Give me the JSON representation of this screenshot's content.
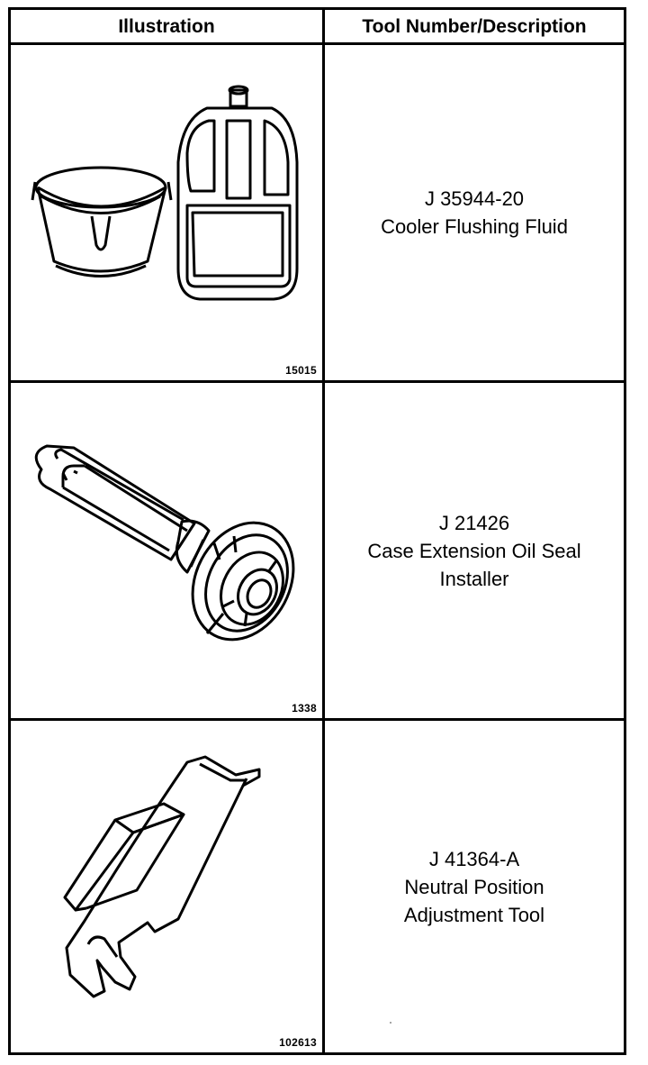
{
  "table": {
    "headers": {
      "illustration": "Illustration",
      "tool": "Tool Number/Description"
    },
    "rows": [
      {
        "figure_number": "15015",
        "tool_number": "J 35944-20",
        "description": "Cooler Flushing Fluid",
        "illustration_icon": "bucket-and-jug-icon"
      },
      {
        "figure_number": "1338",
        "tool_number": "J 21426",
        "description": "Case Extension Oil Seal Installer",
        "illustration_icon": "seal-installer-icon"
      },
      {
        "figure_number": "102613",
        "tool_number": "J 41364-A",
        "description": "Neutral Position Adjustment Tool",
        "illustration_icon": "adjustment-tool-icon"
      }
    ]
  }
}
